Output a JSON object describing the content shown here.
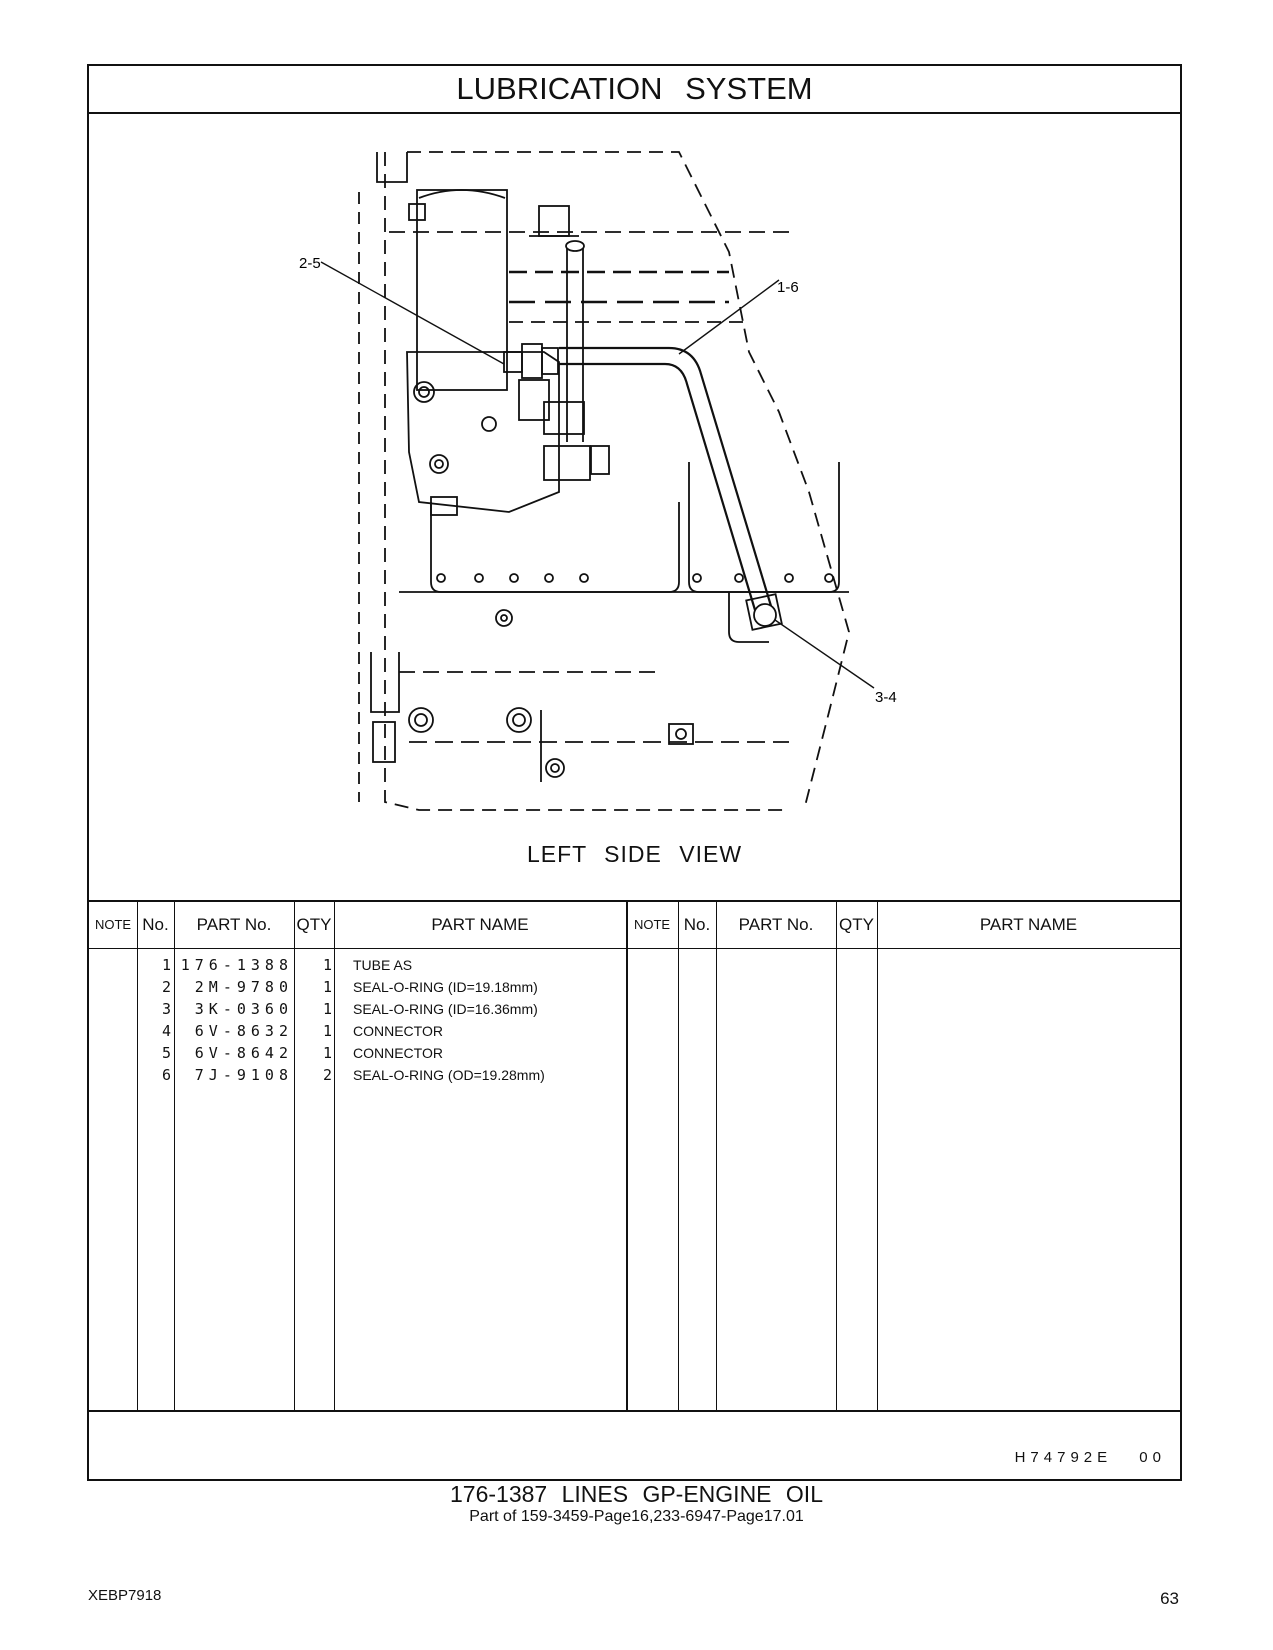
{
  "header": {
    "title": "LUBRICATION   SYSTEM"
  },
  "diagram": {
    "view_label": "LEFT  SIDE  VIEW",
    "callouts": [
      {
        "label": "2-5"
      },
      {
        "label": "1-6"
      },
      {
        "label": "3-4"
      }
    ]
  },
  "parts_table": {
    "columns": {
      "note": "NOTE",
      "no": "No.",
      "part_no": "PART No.",
      "qty": "QTY",
      "part_name": "PART NAME"
    },
    "rows": [
      {
        "no": "1",
        "part_no": "176-1388",
        "qty": "1",
        "name": "TUBE  AS"
      },
      {
        "no": "2",
        "part_no": "2M-9780",
        "qty": "1",
        "name": "SEAL-O-RING (ID=19.18mm)"
      },
      {
        "no": "3",
        "part_no": "3K-0360",
        "qty": "1",
        "name": "SEAL-O-RING (ID=16.36mm)"
      },
      {
        "no": "4",
        "part_no": "6V-8632",
        "qty": "1",
        "name": "CONNECTOR"
      },
      {
        "no": "5",
        "part_no": "6V-8642",
        "qty": "1",
        "name": "CONNECTOR"
      },
      {
        "no": "6",
        "part_no": "7J-9108",
        "qty": "2",
        "name": "SEAL-O-RING (OD=19.28mm)"
      }
    ]
  },
  "illustration_code": "H74792E 00",
  "caption": {
    "group": "176-1387  LINES  GP-ENGINE  OIL",
    "part_of": "Part of 159-3459-Page16,233-6947-Page17.01"
  },
  "document_number": "XEBP7918",
  "page_number": "63"
}
